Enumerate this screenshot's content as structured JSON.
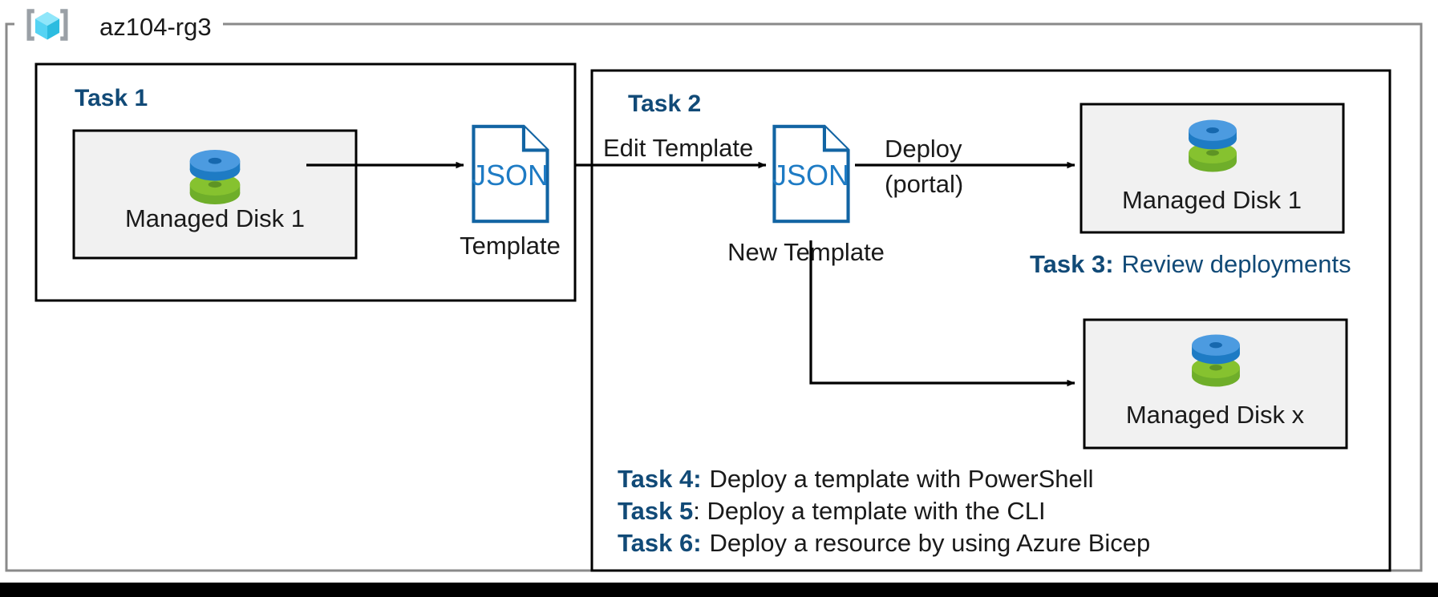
{
  "diagram": {
    "type": "azure-architecture-flow",
    "resource_group": {
      "name": "az104-rg3",
      "icon": "resource-group-cube-icon"
    },
    "task1": {
      "title": "Task 1",
      "resource": {
        "label": "Managed Disk 1",
        "icon": "managed-disk-icon"
      },
      "artifact": {
        "doc_label": "JSON",
        "caption": "Template",
        "icon": "json-document-icon"
      }
    },
    "task2": {
      "title": "Task 2",
      "edit_arrow_label": "Edit Template",
      "artifact": {
        "doc_label": "JSON",
        "caption": "New Template",
        "icon": "json-document-icon"
      },
      "deploy_arrow_label_line1": "Deploy",
      "deploy_arrow_label_line2": "(portal)",
      "target_top": {
        "label": "Managed Disk 1",
        "icon": "managed-disk-icon"
      },
      "target_bottom": {
        "label": "Managed Disk x",
        "icon": "managed-disk-icon"
      }
    },
    "task3": {
      "label_bold": "Task 3:",
      "label_rest": "Review deployments"
    },
    "task_list": [
      {
        "bold": "Task 4:",
        "rest": "Deploy a template with PowerShell"
      },
      {
        "bold": "Task 5",
        "rest": ": Deploy a template with the CLI"
      },
      {
        "bold": "Task 6:",
        "rest": "Deploy a resource by using Azure Bicep"
      }
    ],
    "colors": {
      "accent_blue": "#114A77",
      "json_blue": "#1264A3",
      "json_text_blue": "#1E7BC4",
      "disk_blue": "#3C8FDB",
      "disk_green": "#7CB832",
      "cube_cyan": "#4FD3F5",
      "box_fill": "#f1f1f1",
      "border_black": "#000000",
      "rg_border_gray": "#8a8a8a"
    }
  }
}
